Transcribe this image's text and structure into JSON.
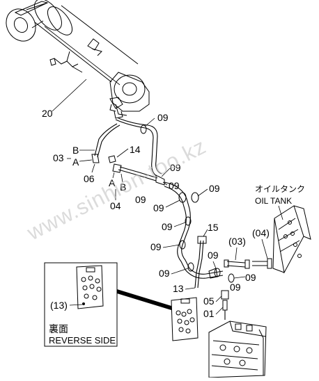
{
  "watermark": "www.sinhion-too.kz",
  "labels": {
    "p20": "20",
    "p09_a": "09",
    "p03": "03",
    "pB_left": "B",
    "pA_left": "A",
    "p06": "06",
    "p14": "14",
    "pA_mid": "A",
    "pB_mid": "B",
    "p04_mid": "04",
    "p09_b": "09",
    "p09_c": "09",
    "p09_d": "09",
    "p09_e": "09",
    "p09_f": "09",
    "p09_g": "09",
    "p15": "15",
    "p09_h": "09",
    "p03_paren": "(03)",
    "p04_paren": "(04)",
    "p09_i": "09",
    "p09_j": "09",
    "p09_k": "09",
    "p13": "13",
    "p05": "05",
    "p01": "01",
    "oil_tank_jp": "オイルタンク",
    "oil_tank_en": "OIL TANK"
  },
  "inset": {
    "label_13": "(13)",
    "reverse_jp": "裏面",
    "reverse_en": "REVERSE SIDE"
  }
}
